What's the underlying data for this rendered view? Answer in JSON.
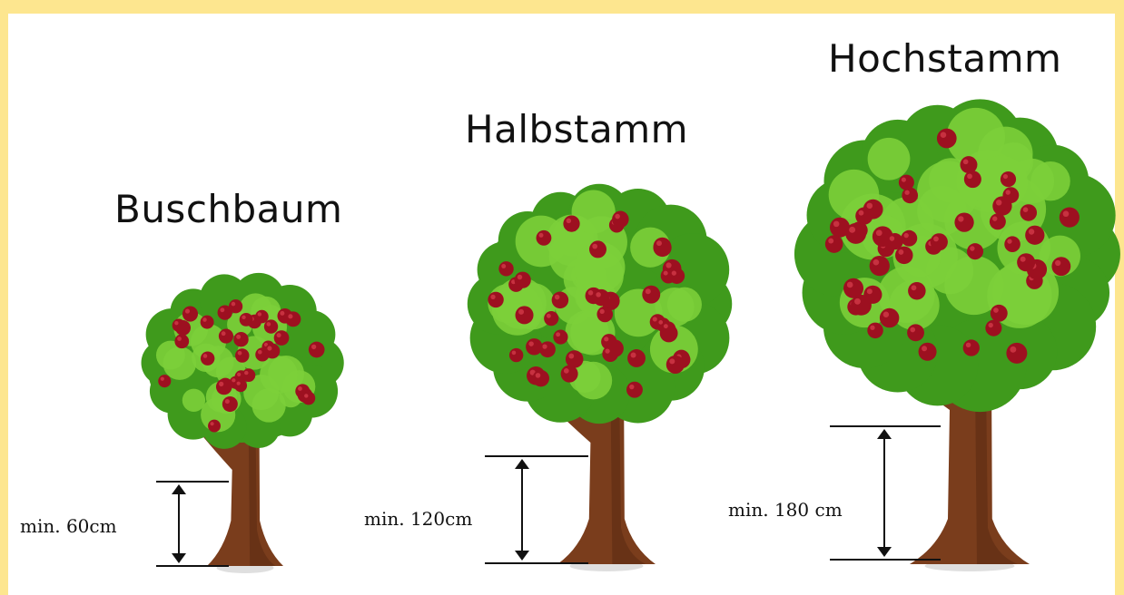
{
  "trees": [
    {
      "id": "buschbaum",
      "title": "Buschbaum",
      "height_label": "min. 60cm"
    },
    {
      "id": "halbstamm",
      "title": "Halbstamm",
      "height_label": "min. 120cm"
    },
    {
      "id": "hochstamm",
      "title": "Hochstamm",
      "height_label": "min. 180 cm"
    }
  ],
  "colors": {
    "frame": "#fde68f",
    "background": "#ffffff",
    "foliage_dark": "#3f9a1c",
    "foliage_light": "#7ccf3a",
    "trunk": "#7a3d1c",
    "trunk_shade": "#5a2a12",
    "apple": "#9d1020",
    "apple_highlight": "#d23a48",
    "measure_line": "#111111"
  }
}
